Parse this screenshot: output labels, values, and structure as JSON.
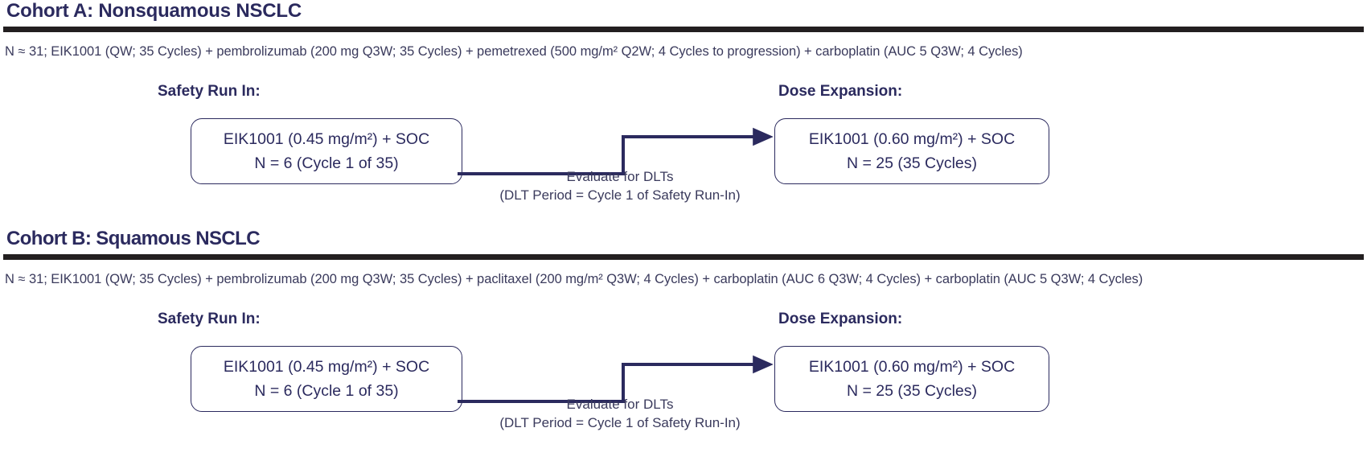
{
  "diagram": {
    "title_color": "#2b2a5e",
    "divider_color": "#231f20",
    "connector_color": "#2b2a5e",
    "cohorts": [
      {
        "title": "Cohort A: Nonsquamous NSCLC",
        "regimen": "N ≈ 31; EIK1001 (QW; 35 Cycles) + pembrolizumab (200 mg Q3W; 35 Cycles) + pemetrexed (500 mg/m² Q2W; 4 Cycles to progression) + carboplatin (AUC 5 Q3W; 4 Cycles)",
        "left_stage_label": "Safety Run In:",
        "right_stage_label": "Dose Expansion:",
        "left_box": {
          "line1": "EIK1001 (0.45 mg/m²) + SOC",
          "line2": "N = 6 (Cycle 1 of 35)"
        },
        "right_box": {
          "line1": "EIK1001 (0.60 mg/m²) + SOC",
          "line2": "N = 25 (35 Cycles)"
        },
        "arrow_caption": {
          "line1": "Evaluate for DLTs",
          "line2": "(DLT Period = Cycle 1 of Safety Run-In)"
        }
      },
      {
        "title": "Cohort B: Squamous NSCLC",
        "regimen": "N ≈ 31; EIK1001 (QW; 35 Cycles) + pembrolizumab (200 mg Q3W; 35 Cycles) + paclitaxel (200 mg/m² Q3W; 4 Cycles) + carboplatin (AUC 6 Q3W; 4 Cycles) + carboplatin (AUC 5 Q3W; 4 Cycles)",
        "left_stage_label": "Safety Run In:",
        "right_stage_label": "Dose Expansion:",
        "left_box": {
          "line1": "EIK1001 (0.45 mg/m²) + SOC",
          "line2": "N = 6 (Cycle 1 of 35)"
        },
        "right_box": {
          "line1": "EIK1001 (0.60 mg/m²) + SOC",
          "line2": "N = 25 (35 Cycles)"
        },
        "arrow_caption": {
          "line1": "Evaluate for DLTs",
          "line2": "(DLT Period = Cycle 1 of Safety Run-In)"
        }
      }
    ]
  }
}
